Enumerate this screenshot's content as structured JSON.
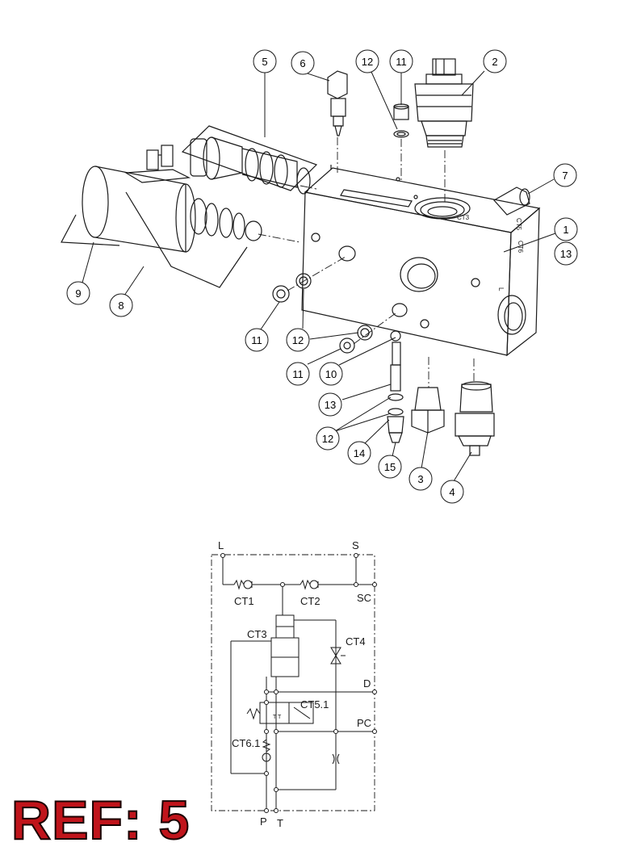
{
  "callouts": [
    {
      "id": "c5",
      "label": "5"
    },
    {
      "id": "c6",
      "label": "6"
    },
    {
      "id": "c12a",
      "label": "12"
    },
    {
      "id": "c11a",
      "label": "11"
    },
    {
      "id": "c2",
      "label": "2"
    },
    {
      "id": "c7",
      "label": "7"
    },
    {
      "id": "c1",
      "label": "1"
    },
    {
      "id": "c13a",
      "label": "13"
    },
    {
      "id": "c9",
      "label": "9"
    },
    {
      "id": "c8",
      "label": "8"
    },
    {
      "id": "c11b",
      "label": "11"
    },
    {
      "id": "c12b",
      "label": "12"
    },
    {
      "id": "c11c",
      "label": "11"
    },
    {
      "id": "c10",
      "label": "10"
    },
    {
      "id": "c13b",
      "label": "13"
    },
    {
      "id": "c12c",
      "label": "12"
    },
    {
      "id": "c14",
      "label": "14"
    },
    {
      "id": "c15",
      "label": "15"
    },
    {
      "id": "c3",
      "label": "3"
    },
    {
      "id": "c4",
      "label": "4"
    }
  ],
  "schematic": {
    "port_L": "L",
    "port_S": "S",
    "port_SC": "SC",
    "port_D": "D",
    "port_PC": "PC",
    "port_P": "P",
    "port_T": "T",
    "ct1": "CT1",
    "ct2": "CT2",
    "ct3": "CT3",
    "ct4": "CT4",
    "ct51": "CT5.1",
    "ct61": "CT6.1"
  },
  "reference": "REF: 5",
  "colors": {
    "line": "#1a1a1a",
    "ref_text": "#c0141b",
    "ref_outline": "#1a0000"
  }
}
